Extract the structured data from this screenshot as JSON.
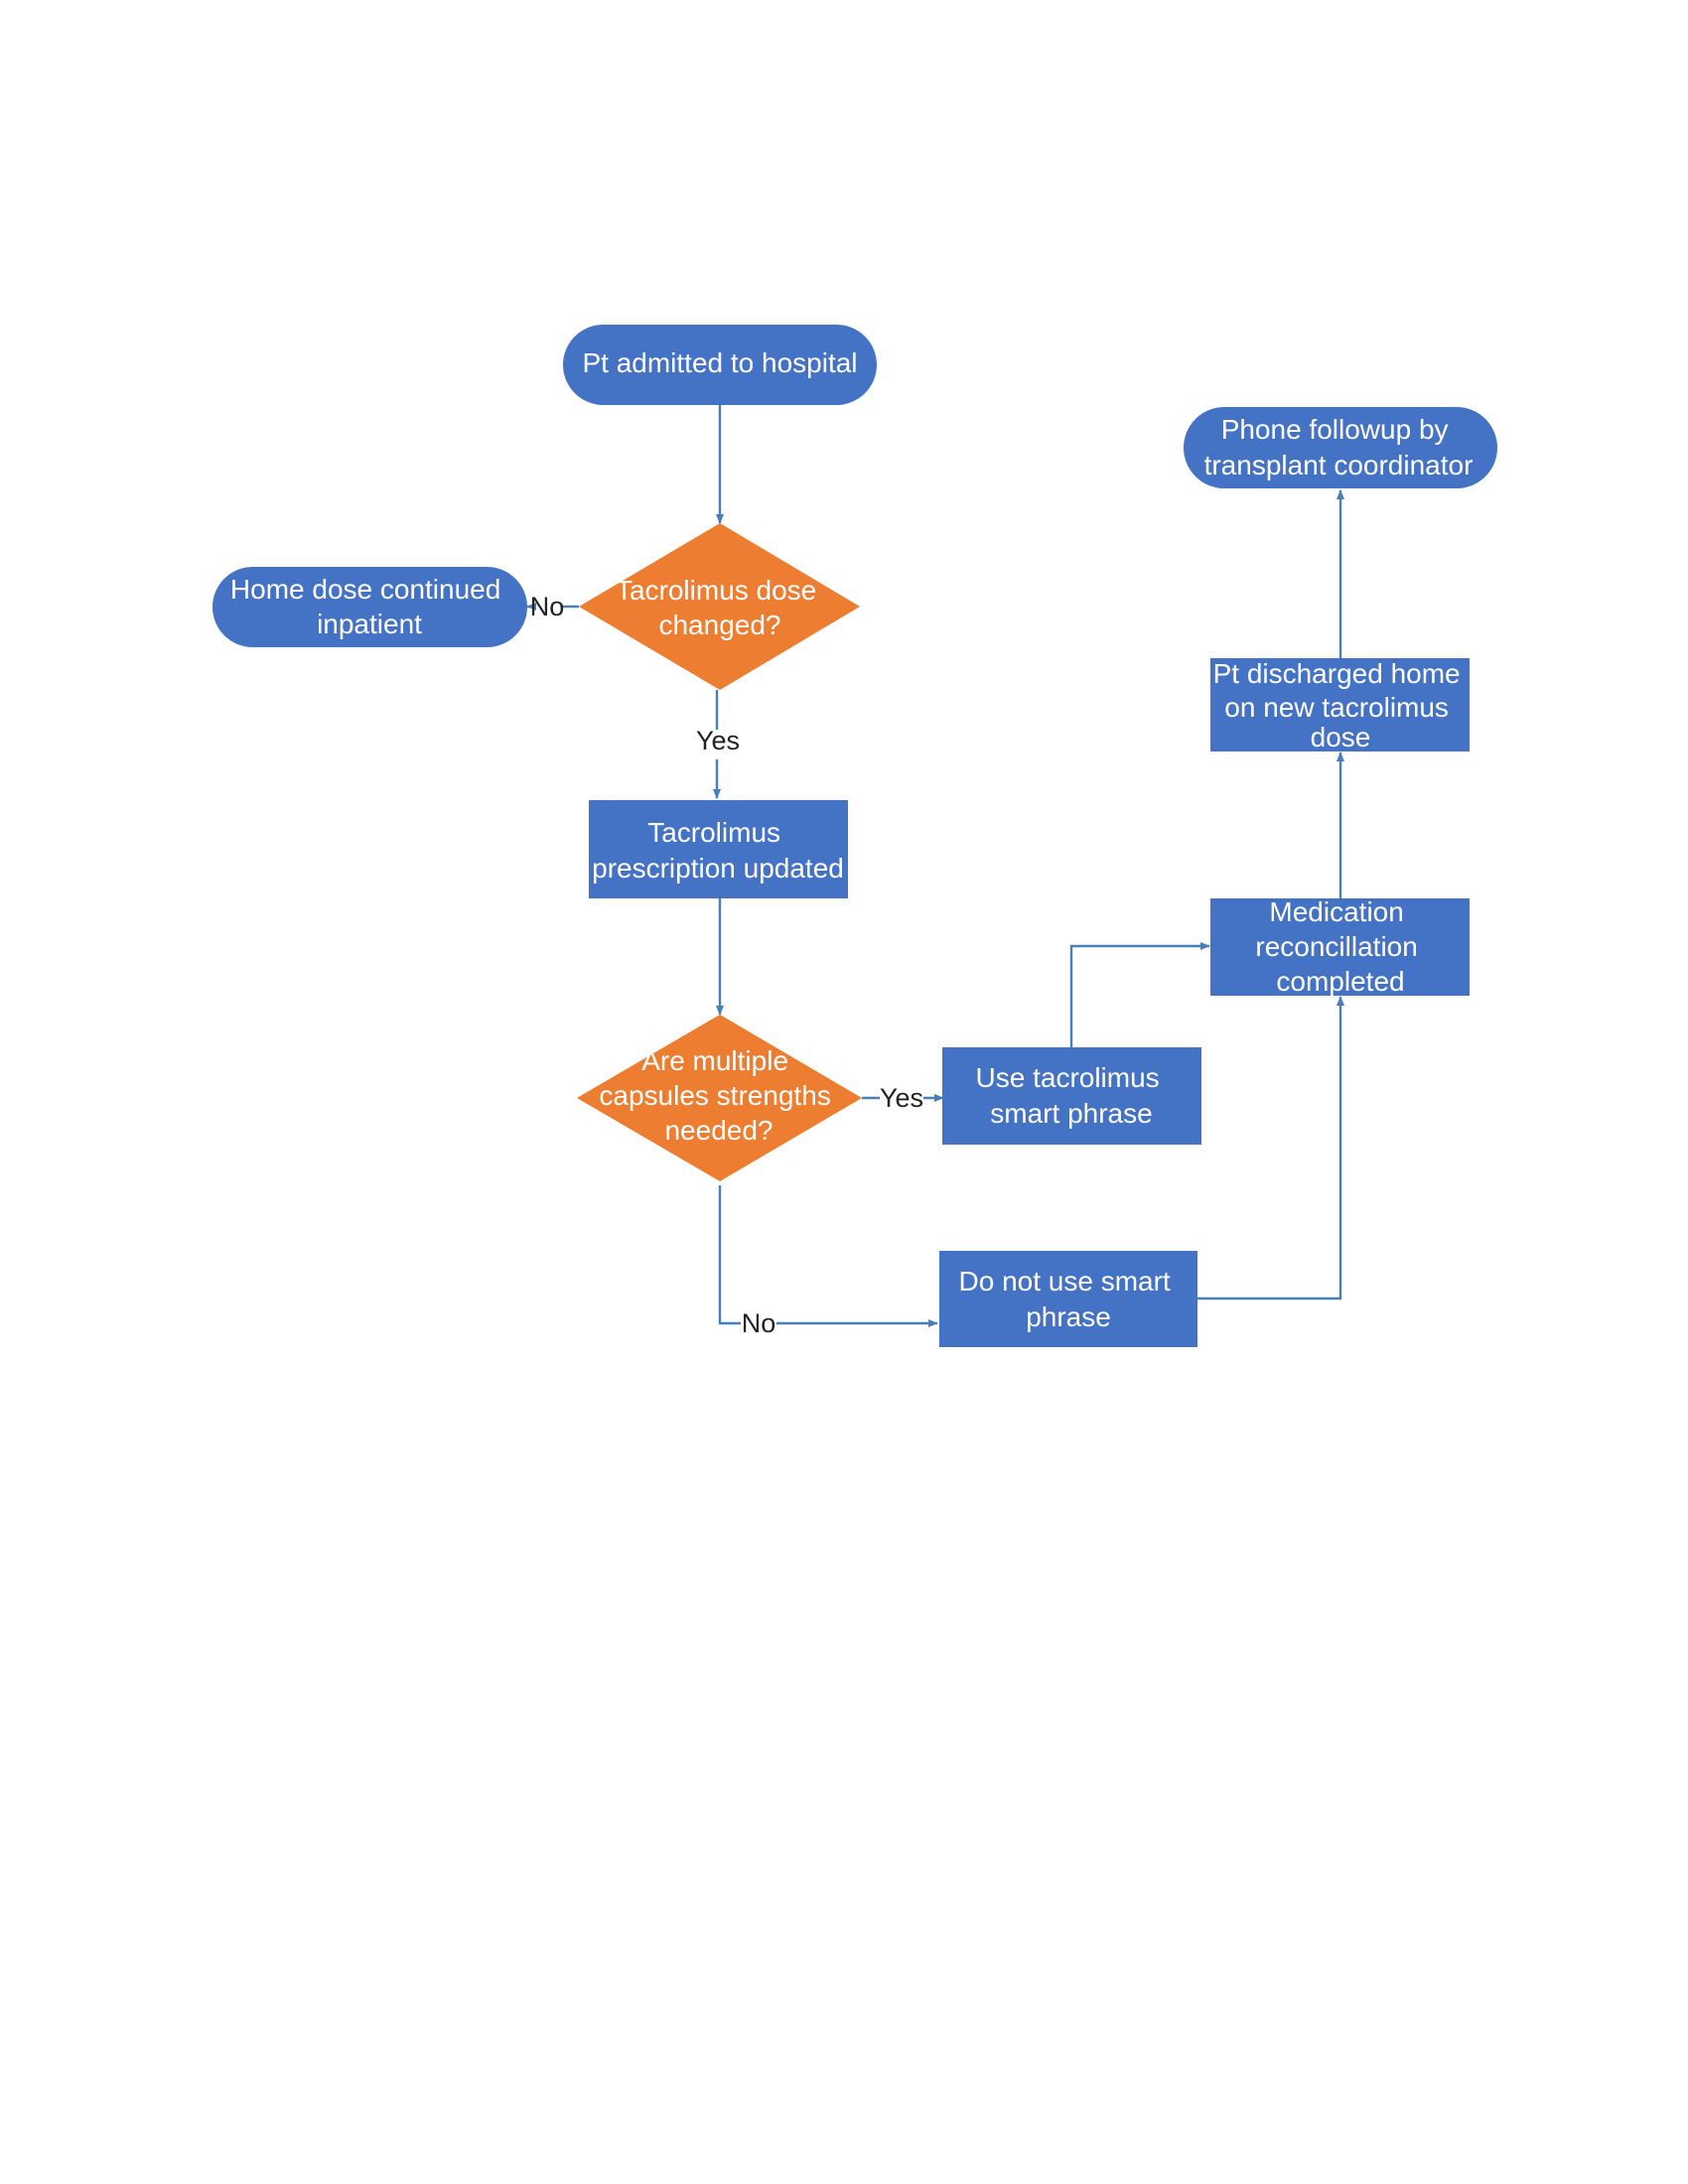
{
  "colors": {
    "process": "#4472C4",
    "decision": "#ED7D31",
    "connector": "#4A7EBB",
    "label": "#222222",
    "background": "#FFFFFF"
  },
  "nodes": {
    "start": {
      "shape": "terminal",
      "lines": [
        "Pt admitted to hospital"
      ]
    },
    "dose_changed": {
      "shape": "decision",
      "lines": [
        "Tacrolimus dose",
        "changed?"
      ]
    },
    "home_dose": {
      "shape": "terminal",
      "lines": [
        "Home dose continued",
        "inpatient"
      ]
    },
    "rx_updated": {
      "shape": "process",
      "lines": [
        "Tacrolimus",
        "prescription updated"
      ]
    },
    "multiple_caps": {
      "shape": "decision",
      "lines": [
        "Are multiple",
        "capsules strengths",
        "needed?"
      ]
    },
    "use_phrase": {
      "shape": "process",
      "lines": [
        "Use tacrolimus",
        "smart phrase"
      ]
    },
    "no_phrase": {
      "shape": "process",
      "lines": [
        "Do not use smart",
        "phrase"
      ]
    },
    "med_rec": {
      "shape": "process",
      "lines": [
        "Medication",
        "reconcillation",
        "completed"
      ]
    },
    "discharged": {
      "shape": "process",
      "lines": [
        "Pt discharged home",
        "on new tacrolimus",
        "dose"
      ]
    },
    "followup": {
      "shape": "terminal",
      "lines": [
        "Phone followup by",
        "transplant coordinator"
      ]
    }
  },
  "edges": {
    "e1": {
      "from": "start",
      "to": "dose_changed",
      "label": ""
    },
    "e2": {
      "from": "dose_changed",
      "to": "home_dose",
      "label": "No"
    },
    "e3": {
      "from": "dose_changed",
      "to": "rx_updated",
      "label": "Yes"
    },
    "e4": {
      "from": "rx_updated",
      "to": "multiple_caps",
      "label": ""
    },
    "e5": {
      "from": "multiple_caps",
      "to": "use_phrase",
      "label": "Yes"
    },
    "e6": {
      "from": "multiple_caps",
      "to": "no_phrase",
      "label": "No"
    },
    "e7": {
      "from": "use_phrase",
      "to": "med_rec",
      "label": ""
    },
    "e8": {
      "from": "no_phrase",
      "to": "med_rec",
      "label": ""
    },
    "e9": {
      "from": "med_rec",
      "to": "discharged",
      "label": ""
    },
    "e10": {
      "from": "discharged",
      "to": "followup",
      "label": ""
    }
  }
}
